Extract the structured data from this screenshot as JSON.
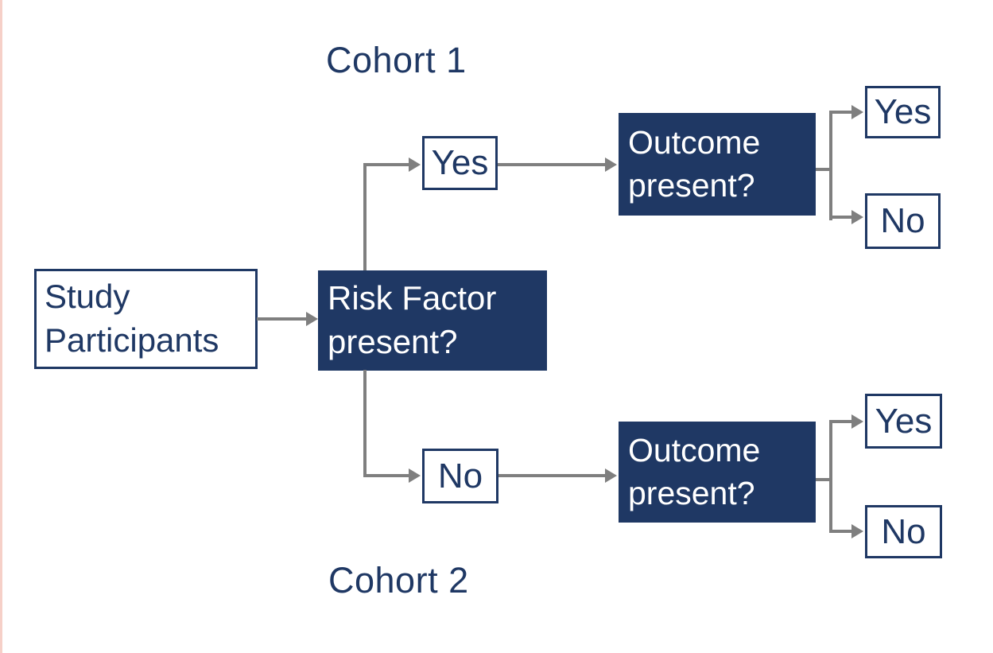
{
  "diagram": {
    "type": "cohort-study-flowchart",
    "labels": {
      "cohort1": "Cohort 1",
      "cohort2": "Cohort 2"
    },
    "nodes": {
      "study_participants": {
        "line1": "Study",
        "line2": "Participants"
      },
      "risk_factor": {
        "line1": "Risk Factor",
        "line2": "present?"
      },
      "risk_yes": {
        "label": "Yes"
      },
      "risk_no": {
        "label": "No"
      },
      "outcome_cohort1": {
        "line1": "Outcome",
        "line2": "present?"
      },
      "outcome_cohort2": {
        "line1": "Outcome",
        "line2": "present?"
      },
      "outcome_cohort1_yes": {
        "label": "Yes"
      },
      "outcome_cohort1_no": {
        "label": "No"
      },
      "outcome_cohort2_yes": {
        "label": "Yes"
      },
      "outcome_cohort2_no": {
        "label": "No"
      }
    },
    "colors": {
      "navy": "#1f3864",
      "connector_gray": "#7f7f7f",
      "left_edge_pink": "#f6d0c8",
      "background": "#ffffff"
    }
  }
}
